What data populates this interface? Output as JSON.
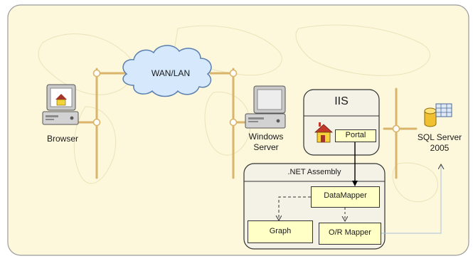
{
  "nodes": {
    "browser": "Browser",
    "network": "WAN/LAN",
    "server_line1": "Windows",
    "server_line2": "Server",
    "iis": "IIS",
    "portal": "Portal",
    "sql_line1": "SQL Server",
    "sql_line2": "2005",
    "assembly": ".NET Assembly",
    "datamapper": "DataMapper",
    "graph": "Graph",
    "ormapper": "O/R Mapper"
  },
  "colors": {
    "background": "#fdf8dc",
    "border": "#9a9a9a",
    "line": "#d9b46a",
    "panel_fill": "#f4f2e6",
    "node_fill": "#ffffc6",
    "cloud_fill": "#d6e8fb",
    "cloud_stroke": "#5a7fb0",
    "connector": "#5a5a5a",
    "db_link": "#a9c0dc"
  },
  "icons": [
    "computer-icon",
    "network-cloud-icon",
    "server-icon",
    "house-icon",
    "database-icon"
  ]
}
